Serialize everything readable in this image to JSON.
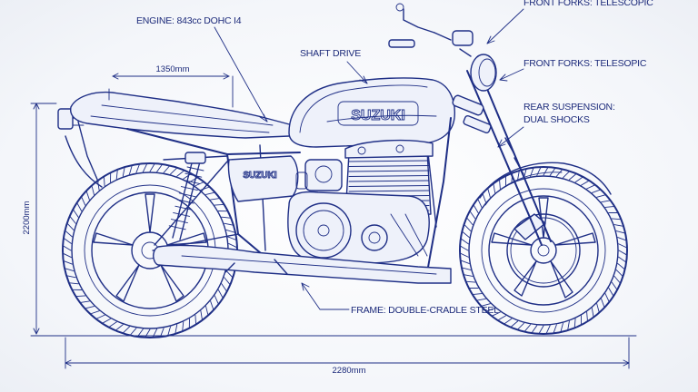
{
  "labels": {
    "engine": "ENGINE: 843cc DOHC I4",
    "shaft_drive": "SHAFT DRIVE",
    "front_forks_top": "FRONT FORKS: TELESCOPIC",
    "front_forks": "FRONT FORKS: TELESOPIC",
    "rear_suspension_line1": "REAR SUSPENSION:",
    "rear_suspension_line2": "DUAL SHOCKS",
    "frame": "FRAME: DOUBLE-CRADLE STEEL"
  },
  "dimensions": {
    "seat_length": "1350mm",
    "height": "2200mm",
    "overall_length": "2280mm"
  },
  "branding": {
    "tank_logo": "SUZUKI",
    "side_cover_logo": "SUZUKI"
  },
  "colors": {
    "ink": "#1f2f86",
    "paper": "#f7f8fb"
  }
}
